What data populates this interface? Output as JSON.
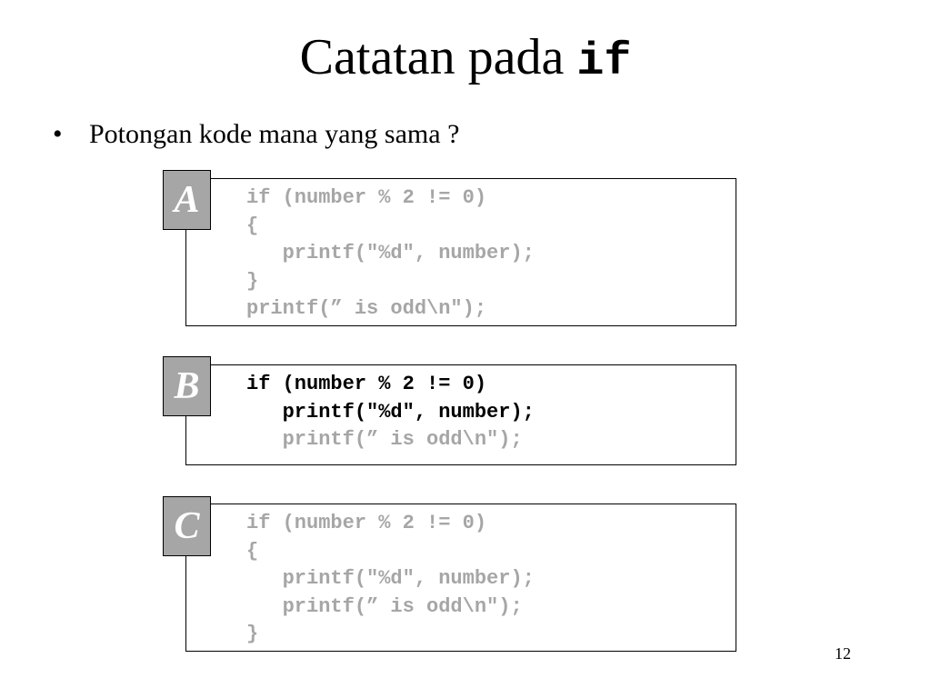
{
  "slide": {
    "title_text": "Catatan pada ",
    "title_code": "if",
    "bullet_marker": "•",
    "bullet_text": "Potongan kode mana yang sama ?",
    "page_number": "12"
  },
  "boxes": [
    {
      "label": "A",
      "lines": [
        {
          "text": "if (number % 2 != 0)",
          "highlight": false
        },
        {
          "text": "{",
          "highlight": false
        },
        {
          "text": "   printf(\"%d\", number);",
          "highlight": false
        },
        {
          "text": "}",
          "highlight": false
        },
        {
          "text": "printf(” is odd\\n\");",
          "highlight": false
        }
      ]
    },
    {
      "label": "B",
      "lines": [
        {
          "text": "if (number % 2 != 0)",
          "highlight": true
        },
        {
          "text": "   printf(\"%d\", number);",
          "highlight": true
        },
        {
          "text": "   printf(” is odd\\n\");",
          "highlight": false
        }
      ]
    },
    {
      "label": "C",
      "lines": [
        {
          "text": "if (number % 2 != 0)",
          "highlight": false
        },
        {
          "text": "{",
          "highlight": false
        },
        {
          "text": "   printf(\"%d\", number);",
          "highlight": false
        },
        {
          "text": "   printf(” is odd\\n\");",
          "highlight": false
        },
        {
          "text": "}",
          "highlight": false
        }
      ]
    }
  ],
  "colors": {
    "dimmed_code": "#a6a6a6",
    "highlighted_code": "#000000",
    "label_background": "#a6a6a6",
    "label_text": "#ffffff"
  }
}
